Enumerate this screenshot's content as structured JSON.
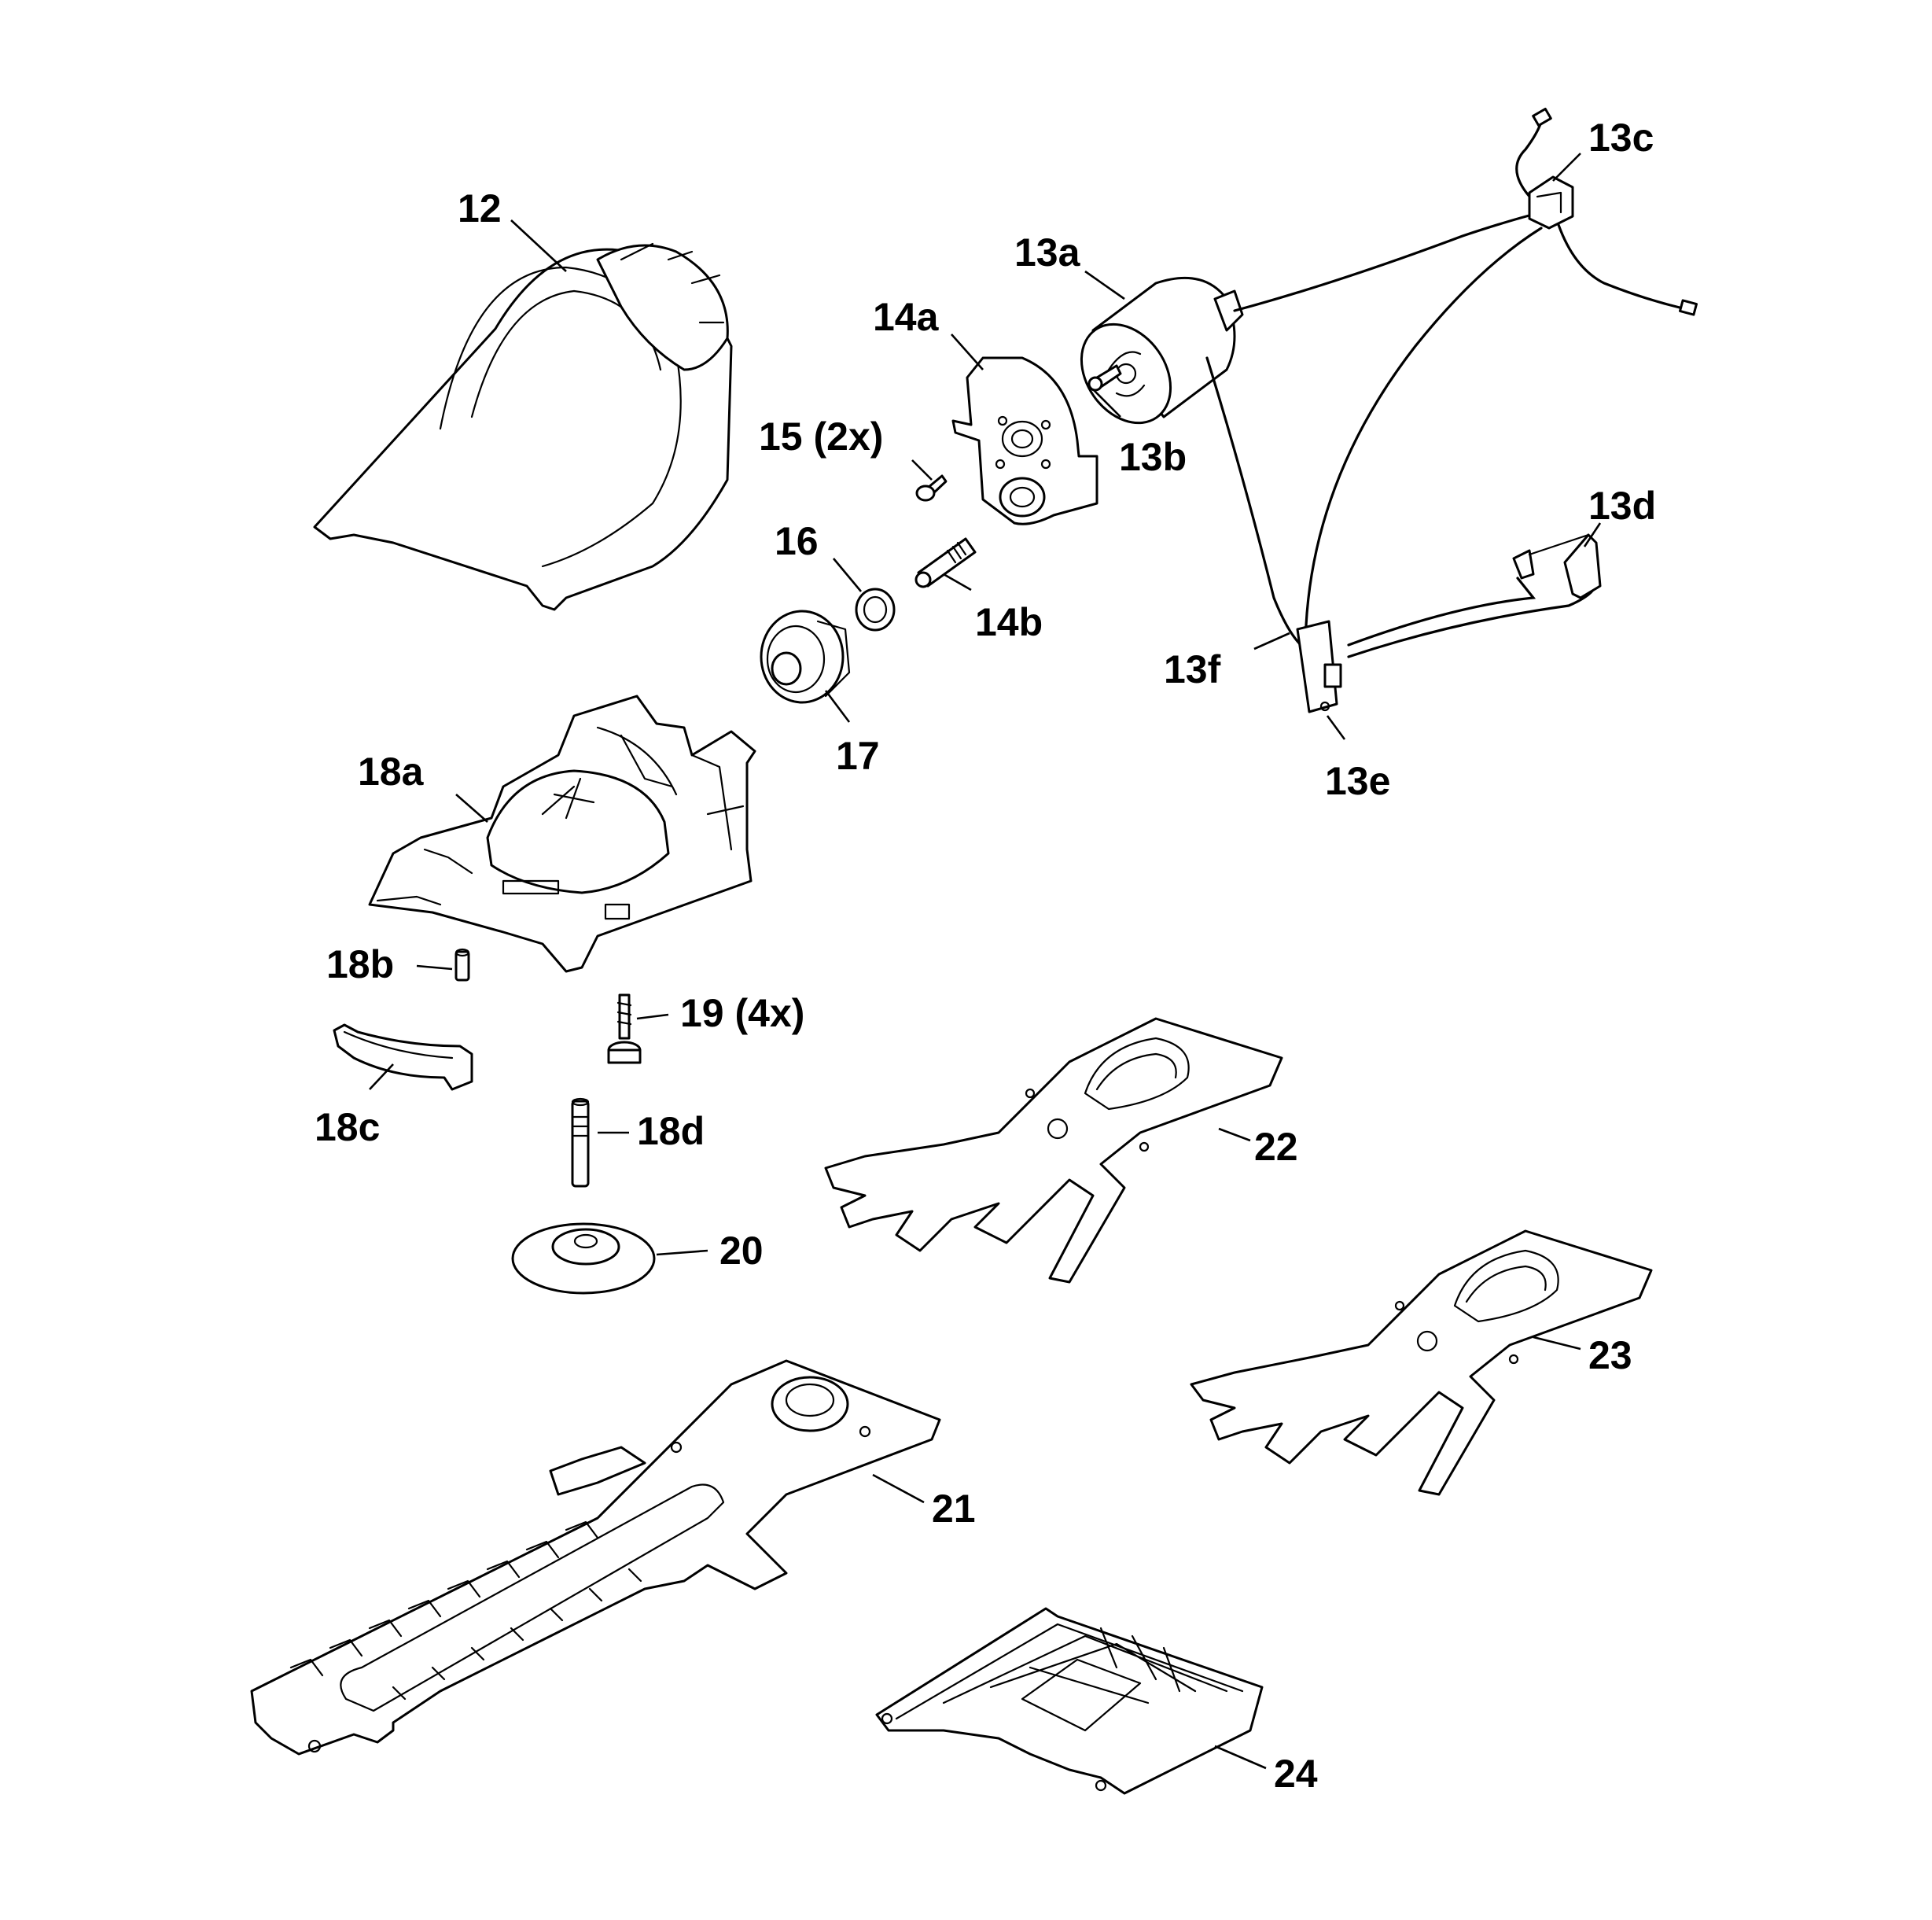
{
  "labels": {
    "p12": "12",
    "p13a": "13a",
    "p13b": "13b",
    "p13c": "13c",
    "p13d": "13d",
    "p13e": "13e",
    "p13f": "13f",
    "p14a": "14a",
    "p14b": "14b",
    "p15": "15 (2x)",
    "p16": "16",
    "p17": "17",
    "p18a": "18a",
    "p18b": "18b",
    "p18c": "18c",
    "p18d": "18d",
    "p19": "19 (4x)",
    "p20": "20",
    "p21": "21",
    "p22": "22",
    "p23": "23",
    "p24": "24"
  }
}
